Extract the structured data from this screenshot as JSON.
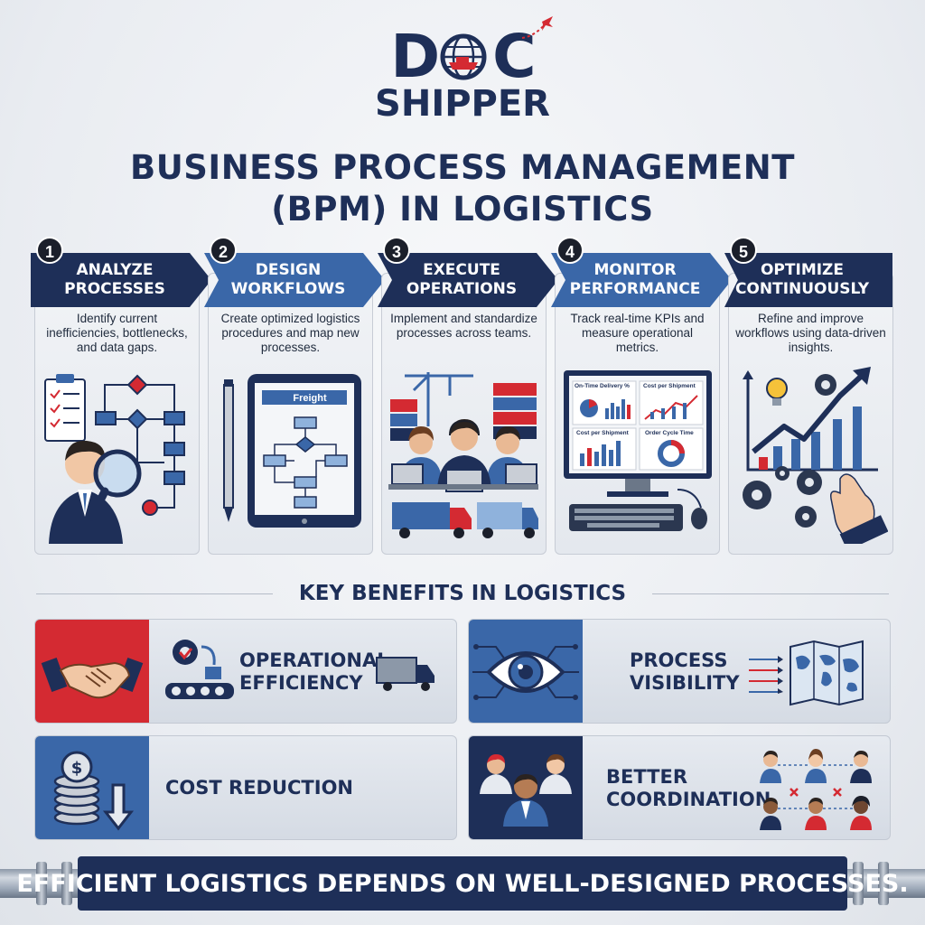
{
  "brand": {
    "logo_top": "DOC",
    "logo_bottom": "SHIPPER"
  },
  "title": {
    "line1": "BUSINESS PROCESS MANAGEMENT",
    "line2": "(BPM) IN LOGISTICS"
  },
  "steps": [
    {
      "number": "1",
      "heading1": "ANALYZE",
      "heading2": "PROCESSES",
      "description": "Identify current inefficiencies, bottlenecks, and data gaps."
    },
    {
      "number": "2",
      "heading1": "DESIGN",
      "heading2": "WORKFLOWS",
      "description": "Create optimized logistics procedures and map new processes.",
      "tablet_label": "Freight"
    },
    {
      "number": "3",
      "heading1": "EXECUTE",
      "heading2": "OPERATIONS",
      "description": "Implement and standardize processes across teams."
    },
    {
      "number": "4",
      "heading1": "MONITOR",
      "heading2": "PERFORMANCE",
      "description": "Track real-time KPIs and measure operational metrics.",
      "dashboard": {
        "panel1": "On-Time Delivery %",
        "panel2": "Cost per Shipment",
        "panel3": "Cost per Shipment",
        "panel4": "Order Cycle Time"
      }
    },
    {
      "number": "5",
      "heading1": "OPTIMIZE",
      "heading2": "CONTINUOUSLY",
      "description": "Refine and improve workflows using data-driven insights."
    }
  ],
  "benefits": {
    "title": "KEY BENEFITS IN LOGISTICS",
    "items": [
      {
        "label1": "OPERATIONAL",
        "label2": "EFFICIENCY"
      },
      {
        "label1": "PROCESS",
        "label2": "VISIBILITY"
      },
      {
        "label1": "COST REDUCTION",
        "label2": ""
      },
      {
        "label1": "BETTER",
        "label2": "COORDINATION"
      }
    ]
  },
  "slogan": "EFFICIENT LOGISTICS DEPENDS ON WELL-DESIGNED PROCESSES.",
  "colors": {
    "navy": "#1e2f58",
    "blue": "#3a67a8",
    "red": "#d42a32",
    "panel": "#e4e8ee"
  },
  "icons": [
    "globe-icon",
    "plane-icon",
    "clipboard-icon",
    "magnifier-icon",
    "flowchart-icon",
    "tablet-icon",
    "pencil-icon",
    "crane-icon",
    "headset-operator-icon",
    "truck-icon",
    "monitor-icon",
    "keyboard-icon",
    "mouse-icon",
    "lightbulb-icon",
    "gear-icon",
    "growth-chart-icon",
    "hand-icon",
    "handshake-icon",
    "conveyor-icon",
    "eye-icon",
    "map-icon",
    "coins-icon",
    "down-arrow-icon",
    "team-icon"
  ]
}
